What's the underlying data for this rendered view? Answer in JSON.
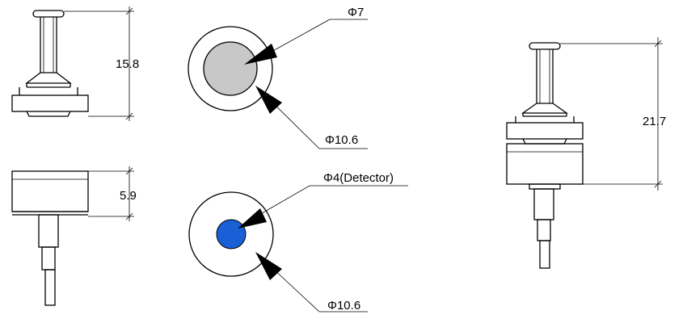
{
  "labels": {
    "dim_height_top_left": "15.8",
    "dim_height_bottom_left": "5.9",
    "dim_height_right": "21.7",
    "dia_window": "Φ7",
    "dia_body_top": "Φ10.6",
    "dia_detector": "Φ4(Detector)",
    "dia_body_bottom": "Φ10.6"
  },
  "colors": {
    "line": "#000000",
    "window_fill": "#c8c8c8",
    "detector_fill": "#1a5fd6"
  }
}
